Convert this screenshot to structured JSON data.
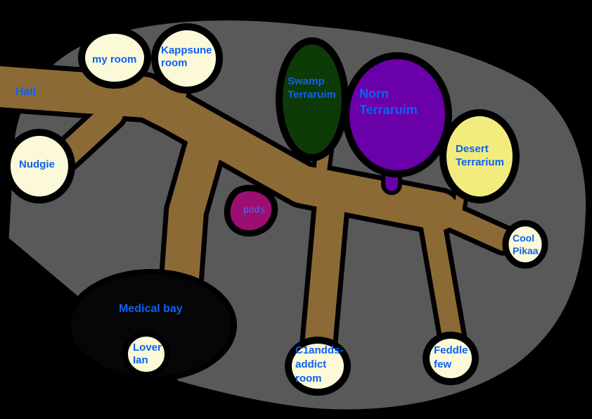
{
  "colors": {
    "background": "#000000",
    "station_gray": "#595959",
    "corridor_brown": "#8c6a36",
    "outline_black": "#000000",
    "room_cream": "#fcf9d8",
    "swamp_green": "#0d3a07",
    "norn_purple": "#6a00a8",
    "desert_yellow": "#f2ec7e",
    "pods_magenta": "#9c0e72",
    "medical_black": "#060606",
    "label_blue": "#0b61f6",
    "pods_label_blue": "#446cf0"
  },
  "rooms": {
    "hall": {
      "label": "Hall"
    },
    "my_room": {
      "label": "my room"
    },
    "kappsune": {
      "lines": [
        "Kappsune",
        "room"
      ]
    },
    "nudgie": {
      "label": "Nudgie"
    },
    "swamp": {
      "lines": [
        "Swamp",
        "Terraruim"
      ]
    },
    "norn": {
      "lines": [
        "Norn",
        "Terraruim"
      ]
    },
    "desert": {
      "lines": [
        "Desert",
        "Terrarium"
      ]
    },
    "cool_pikaa": {
      "lines": [
        "Cool",
        "Pikaa"
      ]
    },
    "pods": {
      "label": "pods"
    },
    "medical": {
      "label": "Medical bay"
    },
    "lover_ian": {
      "lines": [
        "Lover",
        "Ian"
      ]
    },
    "c1_addict": {
      "lines": [
        "C1andds-",
        "addict",
        "room"
      ]
    },
    "feddle_few": {
      "lines": [
        "Feddle",
        "few"
      ]
    }
  }
}
